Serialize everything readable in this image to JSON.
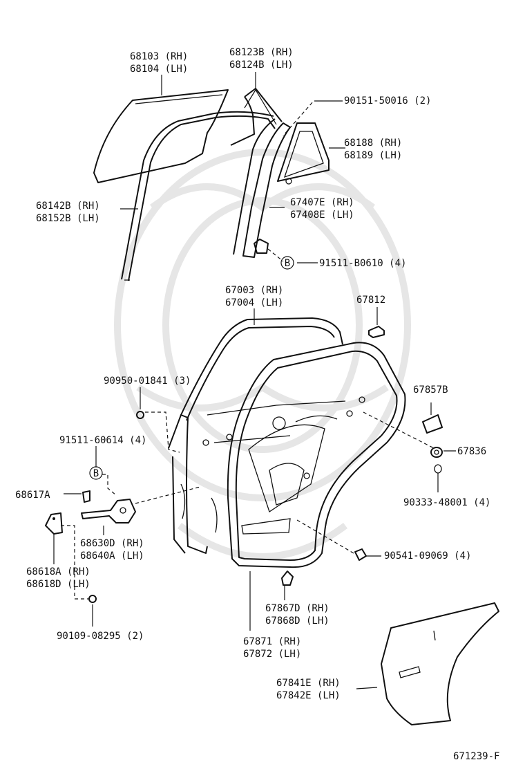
{
  "diagram_id": "671239-F",
  "callout_letter": "B",
  "parts": {
    "glass": [
      "68103 (RH)",
      "68104 (LH)"
    ],
    "channel": [
      "68123B (RH)",
      "68124B (LH)"
    ],
    "screw_top": [
      "90151-50016 (2)"
    ],
    "quarter_glass": [
      "68188 (RH)",
      "68189 (LH)"
    ],
    "run": [
      "68142B (RH)",
      "68152B (LH)"
    ],
    "division_bar": [
      "67407E (RH)",
      "67408E (LH)"
    ],
    "bolt_b_top": [
      "91511-B0610 (4)"
    ],
    "door_panel": [
      "67003 (RH)",
      "67004 (LH)"
    ],
    "cushion": [
      "67812"
    ],
    "plug_a": [
      "90950-01841 (3)"
    ],
    "seal_sheet": [
      "67857B"
    ],
    "bolt_b_left": [
      "91511-60614 (4)"
    ],
    "hole_plug": [
      "67836"
    ],
    "stopper_pin": [
      "68617A"
    ],
    "plug_b": [
      "90333-48001 (4)"
    ],
    "check_assy": [
      "68630D (RH)",
      "68640A (LH)"
    ],
    "hinge": [
      "68618A (RH)",
      "68618D (LH)"
    ],
    "clip": [
      "90541-09069 (4)"
    ],
    "hinge_bolt": [
      "90109-08295 (2)"
    ],
    "retainer": [
      "67867D (RH)",
      "67868D (LH)"
    ],
    "weatherstrip": [
      "67871 (RH)",
      "67872 (LH)"
    ],
    "trim_board": [
      "67841E (RH)",
      "67842E (LH)"
    ]
  }
}
